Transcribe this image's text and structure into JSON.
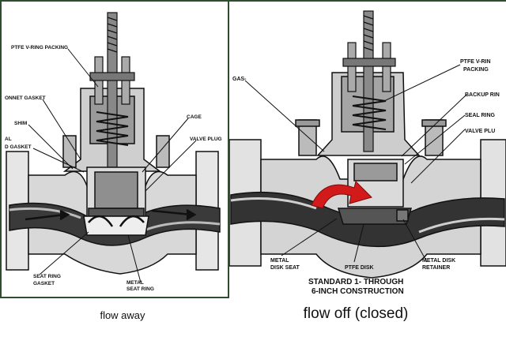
{
  "left_diagram": {
    "labels": {
      "ptfe_vring_packing": "PTFE V-RING PACKING",
      "bonnet_gasket": "ONNET GASKET",
      "shim": "SHIM",
      "al": "AL",
      "d_gasket": "D GASKET",
      "cage": "CAGE",
      "valve_plug": "VALVE PLUG",
      "seat_ring_gasket_1": "SEAT RING",
      "seat_ring_gasket_2": "GASKET",
      "metal_seat_ring_1": "METAL",
      "metal_seat_ring_2": "SEAT RING"
    }
  },
  "right_diagram": {
    "labels": {
      "gas": "GAS-",
      "ptfe_vring_packing_1": "PTFE V-RIN",
      "ptfe_vring_packing_2": "PACKING",
      "backup_ring": "BACKUP RIN",
      "seal_ring": "SEAL RING",
      "valve_plug": "VALVE PLU",
      "metal_disk_seat_1": "METAL",
      "metal_disk_seat_2": "DISK SEAT",
      "ptfe_disk": "PTFE DISK",
      "metal_disk_retainer_1": "METAL DISK",
      "metal_disk_retainer_2": "RETAINER",
      "title_1": "STANDARD 1- THROUGH",
      "title_2": "6-INCH CONSTRUCTION"
    },
    "arrow_color": "#d21a1a"
  },
  "captions": {
    "left": "flow away",
    "right": "flow off (closed)"
  }
}
